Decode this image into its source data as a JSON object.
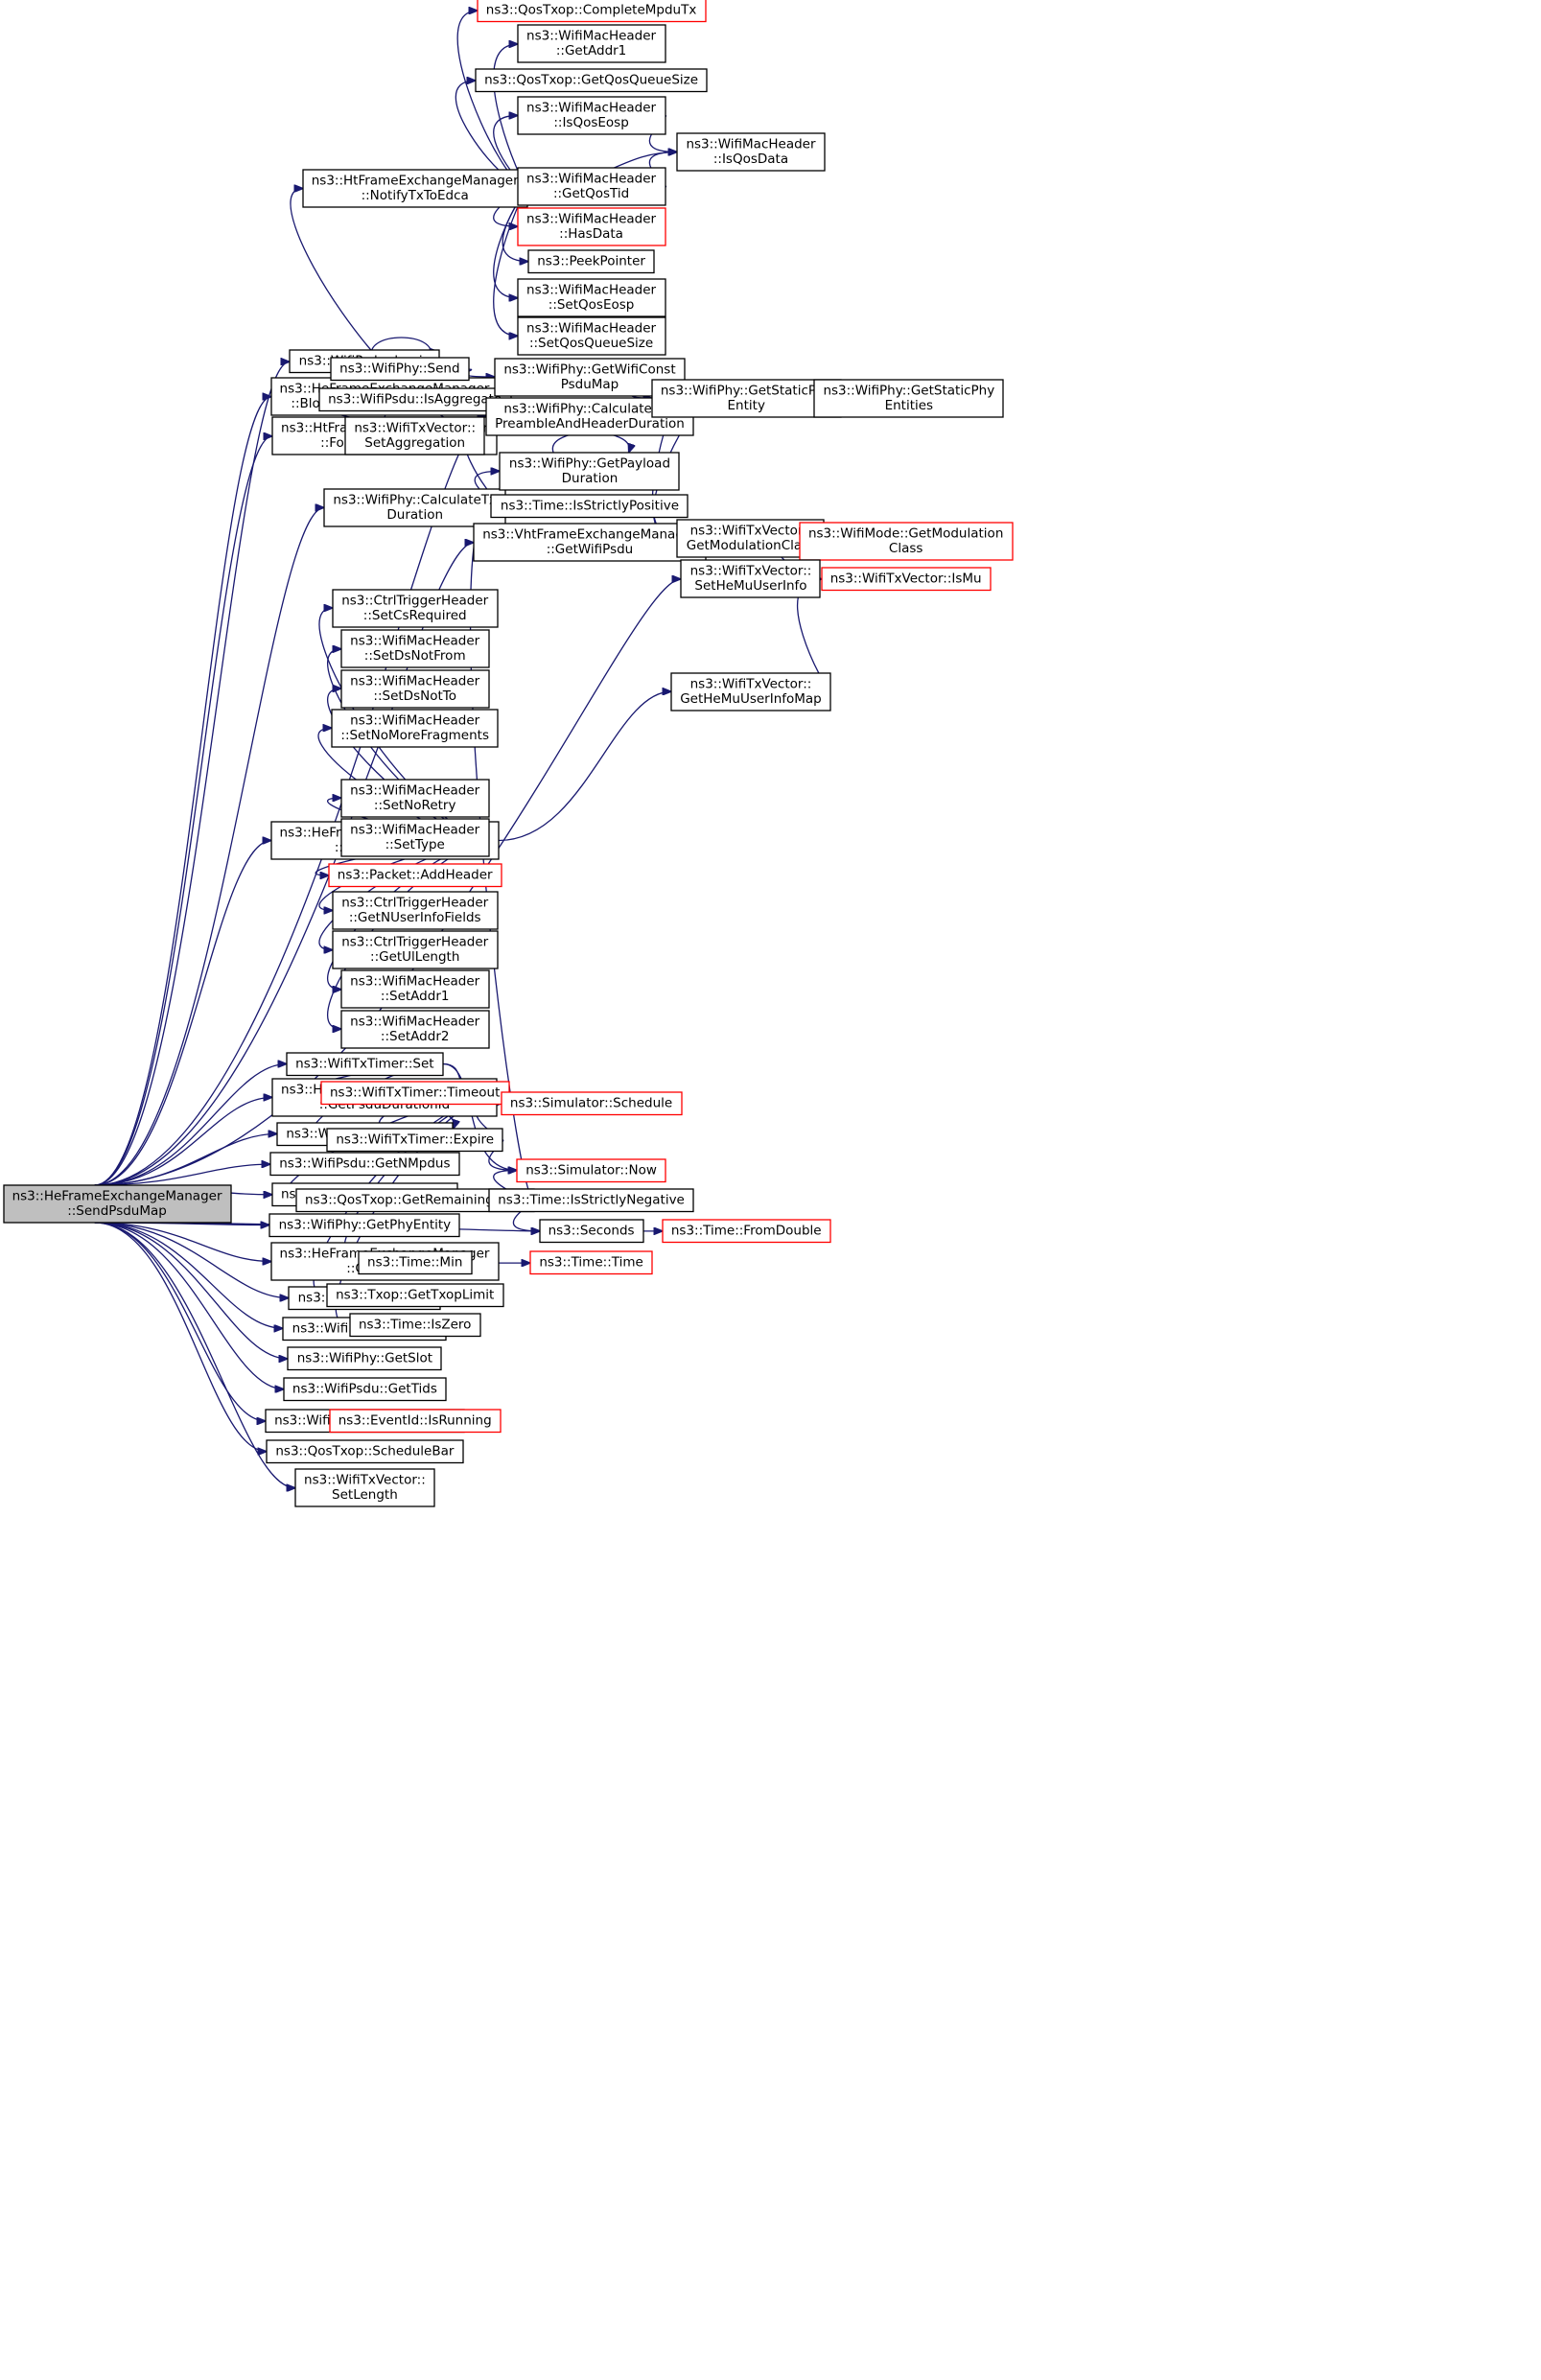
{
  "colors": {
    "edge": "#191970",
    "node_border": "#000000",
    "node_border_truncated": "#ff0000",
    "root_fill": "#bfbfbf",
    "node_fill": "#ffffff"
  },
  "nodes": [
    {
      "id": "root",
      "lines": [
        "ns3::HeFrameExchangeManager",
        "::SendPsduMap"
      ],
      "style": "root"
    },
    {
      "id": "begin",
      "lines": [
        "ns3::WifiPsdu::begin"
      ]
    },
    {
      "id": "blockacks",
      "lines": [
        "ns3::HeFrameExchangeManager",
        "::BlockAcksInTbPpduTimeout"
      ]
    },
    {
      "id": "forward",
      "lines": [
        "ns3::HtFrameExchangeManager",
        "::ForwardPsduDown"
      ]
    },
    {
      "id": "calctx",
      "lines": [
        "ns3::WifiPhy::CalculateTx",
        "Duration"
      ]
    },
    {
      "id": "preparemubar",
      "lines": [
        "ns3::HeFrameExchangeManager",
        "::PrepareMuBar"
      ]
    },
    {
      "id": "txtimerset",
      "lines": [
        "ns3::WifiTxTimer::Set"
      ]
    },
    {
      "id": "getpsdudur",
      "lines": [
        "ns3::HtFrameExchangeManager",
        "::GetPsduDurationId"
      ]
    },
    {
      "id": "psdugetaddr1",
      "lines": [
        "ns3::WifiPsdu::GetAddr1"
      ]
    },
    {
      "id": "getnmpdus",
      "lines": [
        "ns3::WifiPsdu::GetNMpdus"
      ]
    },
    {
      "id": "getphyband",
      "lines": [
        "ns3::WifiPhy::GetPhyBand"
      ]
    },
    {
      "id": "getphyentity",
      "lines": [
        "ns3::WifiPhy::GetPhyEntity"
      ]
    },
    {
      "id": "getpsduto",
      "lines": [
        "ns3::HeFrameExchangeManager",
        "::GetPsduTo"
      ]
    },
    {
      "id": "getsifs",
      "lines": [
        "ns3::WifiPhy::GetSifs"
      ]
    },
    {
      "id": "getsize",
      "lines": [
        "ns3::WifiPsdu::GetSize"
      ]
    },
    {
      "id": "getslot",
      "lines": [
        "ns3::WifiPhy::GetSlot"
      ]
    },
    {
      "id": "gettids",
      "lines": [
        "ns3::WifiPsdu::GetTids"
      ]
    },
    {
      "id": "isrunning",
      "lines": [
        "ns3::WifiTxTimer::IsRunning"
      ]
    },
    {
      "id": "schedulebar",
      "lines": [
        "ns3::QosTxop::ScheduleBar"
      ]
    },
    {
      "id": "setlength",
      "lines": [
        "ns3::WifiTxVector::",
        "SetLength"
      ]
    },
    {
      "id": "notify",
      "lines": [
        "ns3::HtFrameExchangeManager",
        "::NotifyTxToEdca"
      ]
    },
    {
      "id": "completempdu",
      "lines": [
        "ns3::QosTxop::CompleteMpduTx"
      ],
      "style": "red"
    },
    {
      "id": "hdr_getaddr1",
      "lines": [
        "ns3::WifiMacHeader",
        "::GetAddr1"
      ]
    },
    {
      "id": "getqosqueuesize",
      "lines": [
        "ns3::QosTxop::GetQosQueueSize"
      ]
    },
    {
      "id": "isqoseosp",
      "lines": [
        "ns3::WifiMacHeader",
        "::IsQosEosp"
      ]
    },
    {
      "id": "getqostid",
      "lines": [
        "ns3::WifiMacHeader",
        "::GetQosTid"
      ]
    },
    {
      "id": "hasdata",
      "lines": [
        "ns3::WifiMacHeader",
        "::HasData"
      ],
      "style": "red"
    },
    {
      "id": "peekpointer",
      "lines": [
        "ns3::PeekPointer"
      ]
    },
    {
      "id": "setqoseosp",
      "lines": [
        "ns3::WifiMacHeader",
        "::SetQosEosp"
      ]
    },
    {
      "id": "setqosqueuesize",
      "lines": [
        "ns3::WifiMacHeader",
        "::SetQosQueueSize"
      ]
    },
    {
      "id": "isqosdata",
      "lines": [
        "ns3::WifiMacHeader",
        "::IsQosData"
      ]
    },
    {
      "id": "physend",
      "lines": [
        "ns3::WifiPhy::Send"
      ]
    },
    {
      "id": "isaggregate",
      "lines": [
        "ns3::WifiPsdu::IsAggregate"
      ]
    },
    {
      "id": "setaggregation",
      "lines": [
        "ns3::WifiTxVector::",
        "SetAggregation"
      ]
    },
    {
      "id": "getwificonst",
      "lines": [
        "ns3::WifiPhy::GetWifiConst",
        "PsduMap"
      ]
    },
    {
      "id": "calcpreamble",
      "lines": [
        "ns3::WifiPhy::CalculatePhy",
        "PreambleAndHeaderDuration"
      ]
    },
    {
      "id": "getpayload",
      "lines": [
        "ns3::WifiPhy::GetPayload",
        "Duration"
      ]
    },
    {
      "id": "isstrictlypos",
      "lines": [
        "ns3::Time::IsStrictlyPositive"
      ]
    },
    {
      "id": "vhtgetwifipsdu",
      "lines": [
        "ns3::VhtFrameExchangeManager",
        "::GetWifiPsdu"
      ]
    },
    {
      "id": "getstaticphy",
      "lines": [
        "ns3::WifiPhy::GetStaticPhy",
        "Entity"
      ]
    },
    {
      "id": "getstaticphyentities",
      "lines": [
        "ns3::WifiPhy::GetStaticPhy",
        "Entities"
      ]
    },
    {
      "id": "getmodclass",
      "lines": [
        "ns3::WifiTxVector::",
        "GetModulationClass"
      ]
    },
    {
      "id": "modegetmod",
      "lines": [
        "ns3::WifiMode::GetModulation",
        "Class"
      ],
      "style": "red"
    },
    {
      "id": "setheuser",
      "lines": [
        "ns3::WifiTxVector::",
        "SetHeMuUserInfo"
      ]
    },
    {
      "id": "ismu",
      "lines": [
        "ns3::WifiTxVector::IsMu"
      ],
      "style": "red"
    },
    {
      "id": "getheusermap",
      "lines": [
        "ns3::WifiTxVector::",
        "GetHeMuUserInfoMap"
      ]
    },
    {
      "id": "setcsreq",
      "lines": [
        "ns3::CtrlTriggerHeader",
        "::SetCsRequired"
      ]
    },
    {
      "id": "setdsnotfrom",
      "lines": [
        "ns3::WifiMacHeader",
        "::SetDsNotFrom"
      ]
    },
    {
      "id": "setdsnotto",
      "lines": [
        "ns3::WifiMacHeader",
        "::SetDsNotTo"
      ]
    },
    {
      "id": "setnomorefrag",
      "lines": [
        "ns3::WifiMacHeader",
        "::SetNoMoreFragments"
      ]
    },
    {
      "id": "setnoretry",
      "lines": [
        "ns3::WifiMacHeader",
        "::SetNoRetry"
      ]
    },
    {
      "id": "settype",
      "lines": [
        "ns3::WifiMacHeader",
        "::SetType"
      ]
    },
    {
      "id": "addheader",
      "lines": [
        "ns3::Packet::AddHeader"
      ],
      "style": "red"
    },
    {
      "id": "getnuser",
      "lines": [
        "ns3::CtrlTriggerHeader",
        "::GetNUserInfoFields"
      ]
    },
    {
      "id": "getullength",
      "lines": [
        "ns3::CtrlTriggerHeader",
        "::GetUlLength"
      ]
    },
    {
      "id": "setaddr1",
      "lines": [
        "ns3::WifiMacHeader",
        "::SetAddr1"
      ]
    },
    {
      "id": "setaddr2",
      "lines": [
        "ns3::WifiMacHeader",
        "::SetAddr2"
      ]
    },
    {
      "id": "timeout",
      "lines": [
        "ns3::WifiTxTimer::Timeout"
      ],
      "style": "red"
    },
    {
      "id": "schedule",
      "lines": [
        "ns3::Simulator::Schedule"
      ],
      "style": "red"
    },
    {
      "id": "expire",
      "lines": [
        "ns3::WifiTxTimer::Expire"
      ]
    },
    {
      "id": "now",
      "lines": [
        "ns3::Simulator::Now"
      ],
      "style": "red"
    },
    {
      "id": "getremaining",
      "lines": [
        "ns3::QosTxop::GetRemainingTxop"
      ]
    },
    {
      "id": "isstrictlyneg",
      "lines": [
        "ns3::Time::IsStrictlyNegative"
      ]
    },
    {
      "id": "seconds",
      "lines": [
        "ns3::Seconds"
      ]
    },
    {
      "id": "fromdouble",
      "lines": [
        "ns3::Time::FromDouble"
      ],
      "style": "red"
    },
    {
      "id": "timemin",
      "lines": [
        "ns3::Time::Min"
      ]
    },
    {
      "id": "timetime",
      "lines": [
        "ns3::Time::Time"
      ],
      "style": "red"
    },
    {
      "id": "gettxoplimit",
      "lines": [
        "ns3::Txop::GetTxopLimit"
      ]
    },
    {
      "id": "iszero",
      "lines": [
        "ns3::Time::IsZero"
      ]
    },
    {
      "id": "eventisrunning",
      "lines": [
        "ns3::EventId::IsRunning"
      ],
      "style": "red"
    }
  ],
  "edges": [
    [
      "root",
      "begin"
    ],
    [
      "root",
      "blockacks"
    ],
    [
      "root",
      "forward"
    ],
    [
      "root",
      "calctx"
    ],
    [
      "root",
      "calcpreamble"
    ],
    [
      "root",
      "vhtgetwifipsdu"
    ],
    [
      "root",
      "setheuser"
    ],
    [
      "root",
      "preparemubar"
    ],
    [
      "root",
      "txtimerset"
    ],
    [
      "root",
      "getpsdudur"
    ],
    [
      "root",
      "psdugetaddr1"
    ],
    [
      "root",
      "getnmpdus"
    ],
    [
      "root",
      "getphyband"
    ],
    [
      "root",
      "getphyentity"
    ],
    [
      "root",
      "getpsduto"
    ],
    [
      "root",
      "getsifs"
    ],
    [
      "root",
      "getsize"
    ],
    [
      "root",
      "getslot"
    ],
    [
      "root",
      "gettids"
    ],
    [
      "root",
      "isrunning"
    ],
    [
      "root",
      "schedulebar"
    ],
    [
      "root",
      "setlength"
    ],
    [
      "root",
      "seconds"
    ],
    [
      "forward",
      "notify"
    ],
    [
      "forward",
      "physend"
    ],
    [
      "forward",
      "isaggregate"
    ],
    [
      "forward",
      "setaggregation"
    ],
    [
      "notify",
      "completempdu"
    ],
    [
      "notify",
      "hdr_getaddr1"
    ],
    [
      "notify",
      "getqosqueuesize"
    ],
    [
      "notify",
      "isqoseosp"
    ],
    [
      "notify",
      "isqosdata"
    ],
    [
      "notify",
      "getqostid"
    ],
    [
      "notify",
      "hasdata"
    ],
    [
      "notify",
      "peekpointer"
    ],
    [
      "notify",
      "setqoseosp"
    ],
    [
      "notify",
      "setqosqueuesize"
    ],
    [
      "isqoseosp",
      "isqosdata"
    ],
    [
      "getqostid",
      "isqosdata"
    ],
    [
      "physend",
      "physend"
    ],
    [
      "physend",
      "getwificonst"
    ],
    [
      "getwificonst",
      "getstaticphy"
    ],
    [
      "getwificonst",
      "getmodclass"
    ],
    [
      "getstaticphy",
      "getstaticphyentities"
    ],
    [
      "calcpreamble",
      "getmodclass"
    ],
    [
      "calctx",
      "calcpreamble"
    ],
    [
      "calctx",
      "getpayload"
    ],
    [
      "calctx",
      "isstrictlypos"
    ],
    [
      "getpayload",
      "getpayload"
    ],
    [
      "vhtgetwifipsdu",
      "getmodclass"
    ],
    [
      "getmodclass",
      "modegetmod"
    ],
    [
      "getmodclass",
      "ismu"
    ],
    [
      "setheuser",
      "modegetmod"
    ],
    [
      "setheuser",
      "ismu"
    ],
    [
      "getheusermap",
      "ismu"
    ],
    [
      "preparemubar",
      "setcsreq"
    ],
    [
      "preparemubar",
      "setdsnotfrom"
    ],
    [
      "preparemubar",
      "setdsnotto"
    ],
    [
      "preparemubar",
      "setnomorefrag"
    ],
    [
      "preparemubar",
      "getheusermap"
    ],
    [
      "preparemubar",
      "setnoretry"
    ],
    [
      "preparemubar",
      "settype"
    ],
    [
      "preparemubar",
      "addheader"
    ],
    [
      "preparemubar",
      "getnuser"
    ],
    [
      "preparemubar",
      "getullength"
    ],
    [
      "preparemubar",
      "setaddr1"
    ],
    [
      "preparemubar",
      "setaddr2"
    ],
    [
      "txtimerset",
      "timeout"
    ],
    [
      "txtimerset",
      "schedule"
    ],
    [
      "txtimerset",
      "expire"
    ],
    [
      "txtimerset",
      "now"
    ],
    [
      "expire",
      "expire"
    ],
    [
      "expire",
      "schedule"
    ],
    [
      "expire",
      "now"
    ],
    [
      "getpsdudur",
      "getremaining"
    ],
    [
      "getpsdudur",
      "timemin"
    ],
    [
      "getpsdudur",
      "gettxoplimit"
    ],
    [
      "getpsdudur",
      "iszero"
    ],
    [
      "getremaining",
      "now"
    ],
    [
      "getremaining",
      "isstrictlypos"
    ],
    [
      "getremaining",
      "isstrictlyneg"
    ],
    [
      "getremaining",
      "seconds"
    ],
    [
      "seconds",
      "fromdouble"
    ],
    [
      "timemin",
      "timetime"
    ],
    [
      "isrunning",
      "eventisrunning"
    ]
  ]
}
